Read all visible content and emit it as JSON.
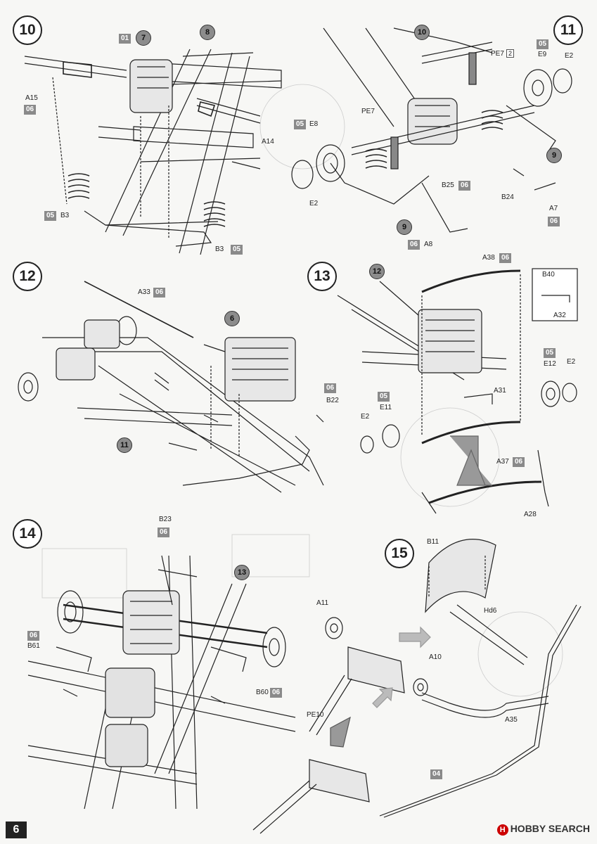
{
  "page": {
    "number": "6",
    "watermark": "HOBBY SEARCH",
    "watermark_symbol": "H"
  },
  "steps": {
    "s10": {
      "number": "10",
      "labels": {
        "a15": "A15",
        "a14": "A14",
        "b3a": "B3",
        "b3b": "B3",
        "sub7": "7",
        "sub8": "8"
      },
      "badges": {
        "b01": "01",
        "b06": "06",
        "b05a": "05",
        "b05b": "05"
      }
    },
    "s11": {
      "number": "11",
      "labels": {
        "sub10": "10",
        "sub9a": "9",
        "sub9b": "9",
        "pe7a": "PE7",
        "pe7b": "PE7",
        "e8": "E8",
        "e2a": "E2",
        "e2b": "E2",
        "e9": "E9",
        "b25": "B25",
        "b24": "B24",
        "a7": "A7",
        "a8": "A8"
      },
      "badges": {
        "b05a": "05",
        "b05b": "05",
        "b06a": "06",
        "b06b": "06",
        "b06c": "06"
      },
      "pe_count": "2"
    },
    "s12": {
      "number": "12",
      "labels": {
        "a33": "A33",
        "sub6": "6",
        "sub11": "11",
        "b22": "B22",
        "b23": "B23"
      },
      "badges": {
        "b06a": "06",
        "b06b": "06",
        "b06c": "06"
      }
    },
    "s13": {
      "number": "13",
      "labels": {
        "sub12": "12",
        "a38": "A38",
        "b40": "B40",
        "a32": "A32",
        "e12": "E12",
        "e2a": "E2",
        "e11": "E11",
        "e2b": "E2",
        "a31": "A31",
        "a37": "A37",
        "a28": "A28"
      },
      "badges": {
        "b06a": "06",
        "b05a": "05",
        "b05b": "05",
        "b06b": "06"
      }
    },
    "s14": {
      "number": "14",
      "labels": {
        "sub13": "13",
        "b61": "B61",
        "b60": "B60"
      },
      "badges": {
        "b06a": "06",
        "b06b": "06"
      }
    },
    "s15": {
      "number": "15",
      "labels": {
        "b11": "B11",
        "hd6": "Hd6",
        "a11": "A11",
        "a10": "A10",
        "a35": "A35",
        "pe10": "PE10"
      },
      "badges": {
        "b04": "04"
      }
    }
  },
  "colors": {
    "badge": "#8a8a8a",
    "line": "#222222",
    "paper": "#f7f7f5",
    "watermark_red": "#cc0000"
  }
}
